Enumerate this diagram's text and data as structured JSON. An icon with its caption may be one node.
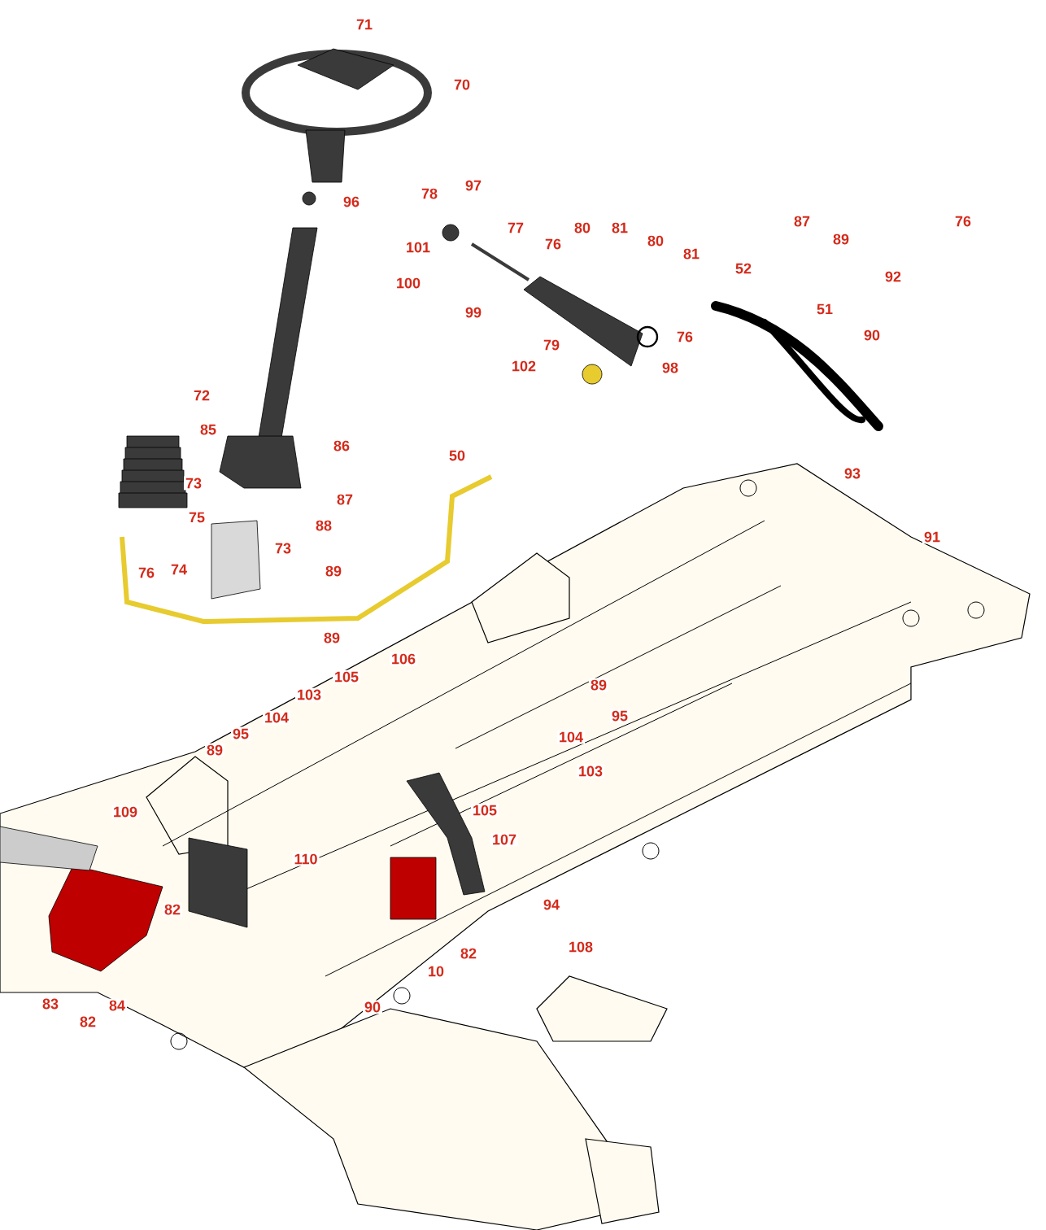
{
  "diagram": {
    "labels": [
      "71",
      "70",
      "96",
      "78",
      "97",
      "77",
      "80",
      "81",
      "87",
      "89",
      "76",
      "101",
      "76",
      "80",
      "81",
      "52",
      "92",
      "100",
      "51",
      "99",
      "90",
      "76",
      "79",
      "98",
      "102",
      "72",
      "85",
      "86",
      "50",
      "73",
      "93",
      "87",
      "75",
      "88",
      "91",
      "73",
      "76",
      "74",
      "89",
      "89",
      "106",
      "105",
      "89",
      "103",
      "95",
      "104",
      "95",
      "104",
      "89",
      "103",
      "109",
      "105",
      "107",
      "110",
      "82",
      "94",
      "108",
      "82",
      "10",
      "83",
      "84",
      "90",
      "82"
    ]
  }
}
